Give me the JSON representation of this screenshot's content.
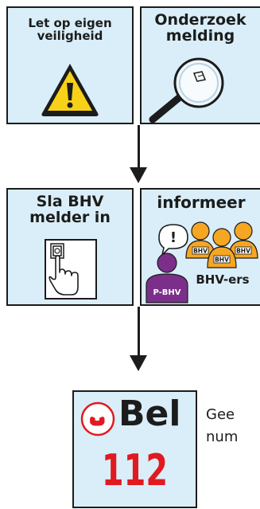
{
  "cards": {
    "safety": {
      "title_1": "Let op eigen",
      "title_2": "veiligheid",
      "icon": "warning-triangle-icon"
    },
    "investigate": {
      "title_1": "Onderzoek",
      "title_2": "melding",
      "icon": "magnifier-icon"
    },
    "press_alarm": {
      "title_1": "Sla BHV",
      "title_2": "melder in",
      "icon": "alarm-button-icon"
    },
    "inform": {
      "title": "informeer",
      "badge": "BHV",
      "group_label": "BHV-ers",
      "lead_label": "P-BHV",
      "speech_mark": "!",
      "icon": "people-group-icon"
    },
    "call": {
      "title": "Bel",
      "number": "112",
      "icon": "phone-icon"
    }
  },
  "note": {
    "line_1": "Gee",
    "line_2": "num"
  },
  "colors": {
    "card_bg": "#d9eef8",
    "border": "#1c1c1c",
    "warning_yellow": "#f7d117",
    "alarm_red": "#e11a22",
    "bhv_orange": "#f5a623",
    "p_bhv_purple": "#7b2f8a"
  }
}
